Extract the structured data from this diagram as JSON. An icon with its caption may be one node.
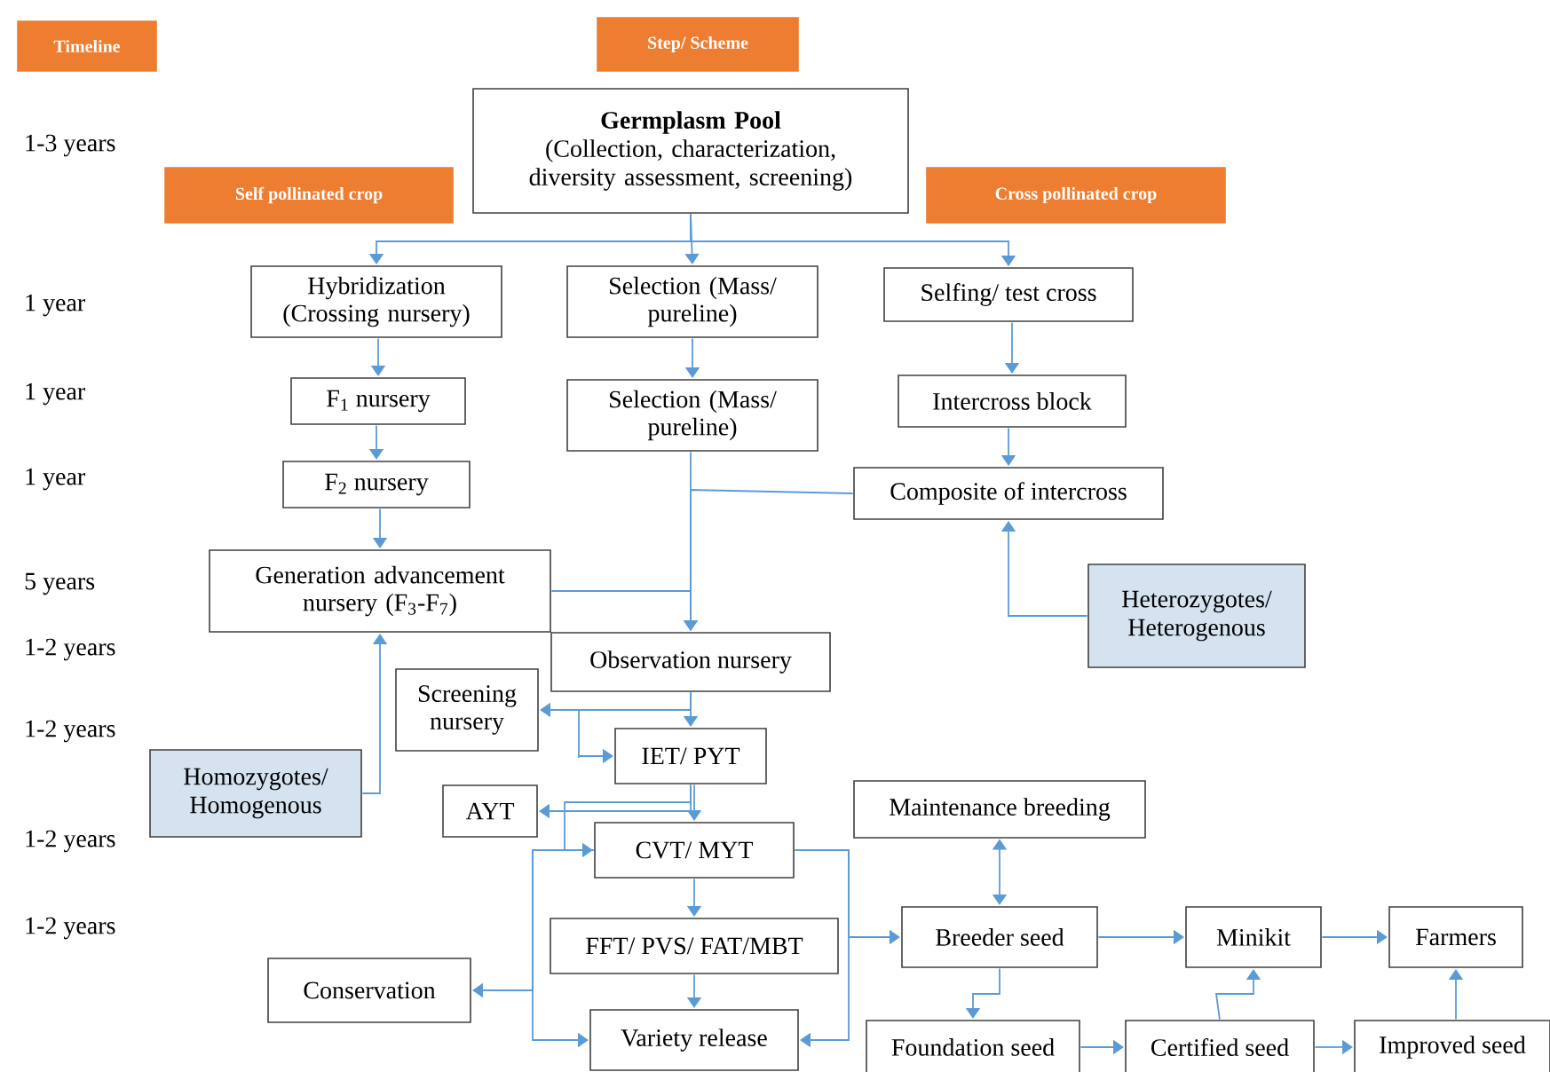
{
  "diagram": {
    "nodes": [
      {
        "text": [
          "Timeline"
        ]
      },
      {
        "text": [
          "Step/ Scheme"
        ]
      },
      {
        "text": [
          "Germplasm Pool",
          "(Collection, characterization, diversity assessment, screening)"
        ]
      },
      {
        "text": [
          "Self pollinated crop"
        ]
      },
      {
        "text": [
          "Cross pollinated crop"
        ]
      },
      {
        "text": [
          "Hybridization (Crossing nursery)"
        ]
      },
      {
        "text": [
          "Selection (Mass/ pureline)"
        ]
      },
      {
        "text": [
          "Selfing/ test cross"
        ]
      },
      {
        "text": [
          "F$_{1}$ nursery"
        ]
      },
      {
        "text": [
          "Selection (Mass/ pureline)"
        ]
      },
      {
        "text": [
          "Intercross block"
        ]
      },
      {
        "text": [
          "F$_{2}$ nursery"
        ]
      },
      {
        "text": [
          "Composite of intercross"
        ]
      },
      {
        "text": [
          "Generation advancement nursery (F$_{3}$-F$_{7}$)"
        ]
      },
      {
        "text": [
          "Heterozygotes/ Heterogenous"
        ]
      },
      {
        "text": [
          "Observation nursery"
        ]
      },
      {
        "text": [
          "Screening nursery"
        ]
      },
      {
        "text": [
          "IET/ PYT"
        ]
      },
      {
        "text": [
          "Homozygotes/ Homogenous"
        ]
      },
      {
        "text": [
          "AYT"
        ]
      },
      {
        "text": [
          "Maintenance breeding"
        ]
      },
      {
        "text": [
          "CVT/ MYT"
        ]
      },
      {
        "text": [
          "Breeder seed"
        ]
      },
      {
        "text": [
          "Minikit"
        ]
      },
      {
        "text": [
          "Farmers"
        ]
      },
      {
        "text": [
          "FFT/ PVS/ FAT/MBT"
        ]
      },
      {
        "text": [
          "Conservation"
        ]
      },
      {
        "text": [
          "Variety release"
        ]
      },
      {
        "text": [
          "Foundation seed"
        ]
      },
      {
        "text": [
          "Certified seed"
        ]
      },
      {
        "text": [
          "Improved seed"
        ]
      }
    ],
    "edges": [
      {
        "from": 2,
        "to": 5,
        "arrow": "to"
      },
      {
        "from": 2,
        "to": 6,
        "arrow": "to"
      },
      {
        "from": 2,
        "to": 7,
        "arrow": "to"
      },
      {
        "from": 5,
        "to": 8,
        "arrow": "to"
      },
      {
        "from": 8,
        "to": 11,
        "arrow": "to"
      },
      {
        "from": 11,
        "to": 13,
        "arrow": "to"
      },
      {
        "from": 6,
        "to": 9,
        "arrow": "to"
      },
      {
        "from": 7,
        "to": 10,
        "arrow": "to"
      },
      {
        "from": 10,
        "to": 12,
        "arrow": "to"
      },
      {
        "from": 9,
        "to": 15,
        "arrow": "to"
      },
      {
        "from": 12,
        "to": 15,
        "arrow": "to"
      },
      {
        "from": 13,
        "to": 15,
        "arrow": "to"
      },
      {
        "from": 14,
        "to": 12,
        "arrow": "to"
      },
      {
        "from": 18,
        "to": 13,
        "arrow": "to"
      },
      {
        "from": 15,
        "to": 17,
        "arrow": "to"
      },
      {
        "from": 15,
        "to": 16,
        "arrow": "to"
      },
      {
        "from": 15,
        "to": 17,
        "arrow": "to"
      },
      {
        "from": 17,
        "to": 21,
        "arrow": "to"
      },
      {
        "from": 17,
        "to": 19,
        "arrow": "to"
      },
      {
        "from": 17,
        "to": 21,
        "arrow": "to"
      },
      {
        "from": 21,
        "to": 26,
        "arrow": "to"
      },
      {
        "from": 21,
        "to": 27,
        "arrow": "to"
      },
      {
        "from": 21,
        "to": 25,
        "arrow": "to"
      },
      {
        "from": 25,
        "to": 27,
        "arrow": "to"
      },
      {
        "from": 21,
        "to": 22,
        "arrow": "to"
      },
      {
        "from": 21,
        "to": 27,
        "arrow": "to"
      },
      {
        "from": 20,
        "to": 22,
        "arrow": "both"
      },
      {
        "from": 22,
        "to": 23,
        "arrow": "to"
      },
      {
        "from": 23,
        "to": 24,
        "arrow": "to"
      },
      {
        "from": 22,
        "to": 28,
        "arrow": "to"
      },
      {
        "from": 29,
        "to": 23,
        "arrow": "to"
      },
      {
        "from": 28,
        "to": 29,
        "arrow": "to"
      },
      {
        "from": 29,
        "to": 30,
        "arrow": "to"
      },
      {
        "from": 30,
        "to": 24,
        "arrow": "to"
      }
    ],
    "labels": [
      "1-3 years",
      "1 year",
      "1 year",
      "1 year",
      "5 years",
      "1-2 years",
      "1-2 years",
      "1-2 years",
      "1-2 years"
    ]
  }
}
